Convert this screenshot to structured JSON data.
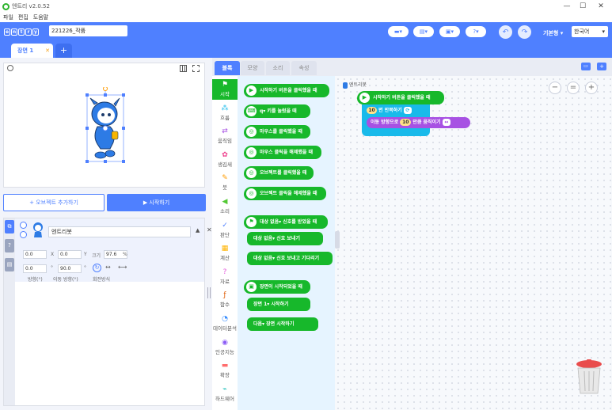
{
  "window": {
    "title": "엔트리 v2.0.52",
    "minimize": "—",
    "maximize": "☐",
    "close": "✕"
  },
  "menu": [
    "파일",
    "편집",
    "도움말"
  ],
  "topbar": {
    "logo_letters": [
      "e",
      "n",
      "t",
      "r",
      "y"
    ],
    "project_name": "221226_작품",
    "mode_label": "기본형 ▾",
    "language": "한국어"
  },
  "scene": {
    "tab_label": "장면 1",
    "close": "✕",
    "add": "+"
  },
  "stage": {
    "add_object_label": "+ 오브젝트 추가하기",
    "start_label": "▶ 시작하기"
  },
  "object": {
    "name": "엔트리봇",
    "x": "0.0",
    "y": "0.0",
    "size": "97.6",
    "direction": "0.0",
    "move_direction": "90.0",
    "x_label": "X",
    "y_label": "Y",
    "size_label": "크기",
    "percent": "%",
    "degree": "°",
    "direction_label": "방향(°)",
    "move_direction_label": "이동 방향(°)",
    "rotation_label": "회전방식"
  },
  "block_tabs": [
    "블록",
    "모양",
    "소리",
    "속성"
  ],
  "categories": [
    {
      "label": "시작",
      "icon": "flag-icon",
      "color": "#17b82b"
    },
    {
      "label": "흐름",
      "icon": "flow-icon",
      "color": "#19baea"
    },
    {
      "label": "움직임",
      "icon": "move-icon",
      "color": "#a751e3"
    },
    {
      "label": "생김새",
      "icon": "looks-icon",
      "color": "#ee3f8c"
    },
    {
      "label": "붓",
      "icon": "brush-icon",
      "color": "#ff9b00"
    },
    {
      "label": "소리",
      "icon": "sound-icon",
      "color": "#52c834"
    },
    {
      "label": "판단",
      "icon": "judge-icon",
      "color": "#4f80ff"
    },
    {
      "label": "계산",
      "icon": "calc-icon",
      "color": "#ffb300"
    },
    {
      "label": "자료",
      "icon": "data-icon",
      "color": "#e457dc"
    },
    {
      "label": "함수",
      "icon": "function-icon",
      "color": "#de5c04"
    },
    {
      "label": "데이터분석",
      "icon": "analysis-icon",
      "color": "#3189fe"
    },
    {
      "label": "인공지능",
      "icon": "ai-icon",
      "color": "#8b5cf6"
    },
    {
      "label": "확장",
      "icon": "extension-icon",
      "color": "#ff6d6d"
    },
    {
      "label": "하드웨어",
      "icon": "hardware-icon",
      "color": "#00b6b1"
    }
  ],
  "palette_blocks": [
    {
      "text": "시작하기 버튼을 클릭했을 때",
      "icon": "play-icon"
    },
    {
      "text": "q▾  키를 눌렀을 때",
      "icon": "keyboard-icon"
    },
    {
      "text": "마우스를 클릭했을 때",
      "icon": "mouse-icon"
    },
    {
      "text": "마우스 클릭을 해제했을 때",
      "icon": "mouse-icon"
    },
    {
      "text": "오브젝트를 클릭했을 때",
      "icon": "mouse-icon"
    },
    {
      "text": "오브젝트 클릭을 해제했을 때",
      "icon": "mouse-icon"
    },
    {
      "text": "대상 없음▾  신호를 받았을 때",
      "icon": "signal-icon"
    },
    {
      "text": "대상 없음▾  신호 보내기",
      "icon": ""
    },
    {
      "text": "대상 없음▾  신호 보내고 기다리기",
      "icon": ""
    },
    {
      "text": "장면이 시작되었을 때",
      "icon": "scene-icon"
    },
    {
      "text": "장면 1▾  시작하기",
      "icon": ""
    },
    {
      "text": "다음▾  장면 시작하기",
      "icon": ""
    }
  ],
  "workspace": {
    "object_label": "엔트리봇",
    "script_start": "시작하기 버튼을 클릭했을 때",
    "repeat_count": "10",
    "repeat_text": "번 반복하기",
    "move_prefix": "이동 방향으로",
    "move_value": "10",
    "move_suffix": "만큼 움직이기",
    "zoom_out": "−",
    "zoom_reset": "=",
    "zoom_in": "+"
  }
}
